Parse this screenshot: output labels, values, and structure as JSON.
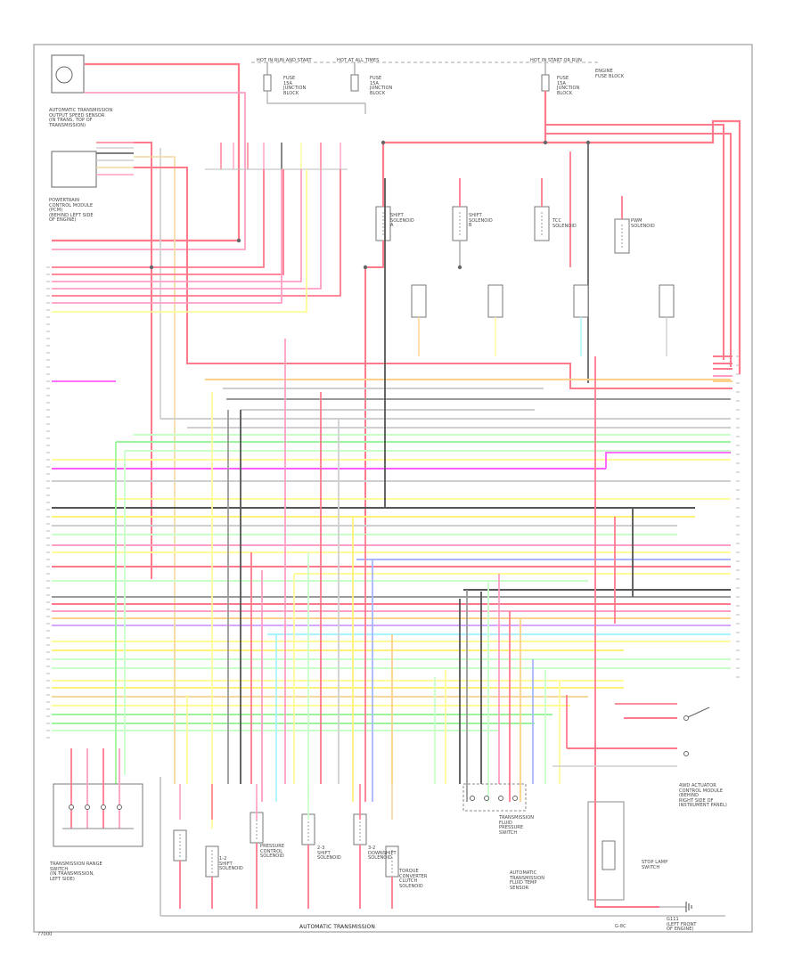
{
  "footer": {
    "center": "AUTOMATIC TRANSMISSION",
    "right_small": "G-8C",
    "left_small": "77000"
  },
  "top": {
    "hot_run_label": "HOT IN RUN AND START",
    "hot_all_label": "HOT AT ALL TIMES",
    "hot_start_label": "HOT IN START OR RUN",
    "fuse_left": "FUSE\n15A\nJUNCTION\nBLOCK",
    "fuse_mid": "FUSE\n15A\nJUNCTION\nBLOCK",
    "fuse_right": "FUSE\n15A\nJUNCTION\nBLOCK",
    "fuse_right_note": "ENGINE\nFUSE BLOCK",
    "sensor_label": "AUTOMATIC TRANSMISSION\nOUTPUT SPEED SENSOR\n(IN TRANS, TOP OF\nTRANSMISSION)",
    "pcm_label": "POWERTRAIN\nCONTROL MODULE\n(PCM)\n(BEHIND LEFT SIDE\nOF ENGINE)"
  },
  "relays": [
    {
      "label": "SHIFT\nSOLENOID\nA"
    },
    {
      "label": "SHIFT\nSOLENOID\nB"
    },
    {
      "label": "TCC\nSOLENOID"
    },
    {
      "label": "PWM\nSOLENOID"
    }
  ],
  "bottom": {
    "range_switch": "TRANSMISSION RANGE\nSWITCH\n(IN TRANSMISSION,\nLEFT SIDE)",
    "sol_a": "1-2\nSHIFT\nSOLENOID",
    "sol_b": "PRESSURE\nCONTROL\nSOLENOID",
    "sol_c": "2-3\nSHIFT\nSOLENOID",
    "sol_d": "3-2\nDOWNSHIFT\nSOLENOID",
    "sol_e": "TORQUE\nCONVERTER\nCLUTCH\nSOLENOID",
    "pressure_sw": "TRANSMISSION\nFLUID\nPRESSURE\nSWITCH",
    "fluid_temp": "AUTOMATIC\nTRANSMISSION\nFLUID TEMP\nSENSOR",
    "right_module": "4WD ACTUATOR\nCONTROL MODULE\n(BEHIND\nRIGHT SIDE OF\nINSTRUMENT PANEL)",
    "brake_sw": "STOP LAMP\nSWITCH",
    "ground": "G111\n(LEFT FRONT\nOF ENGINE)"
  }
}
